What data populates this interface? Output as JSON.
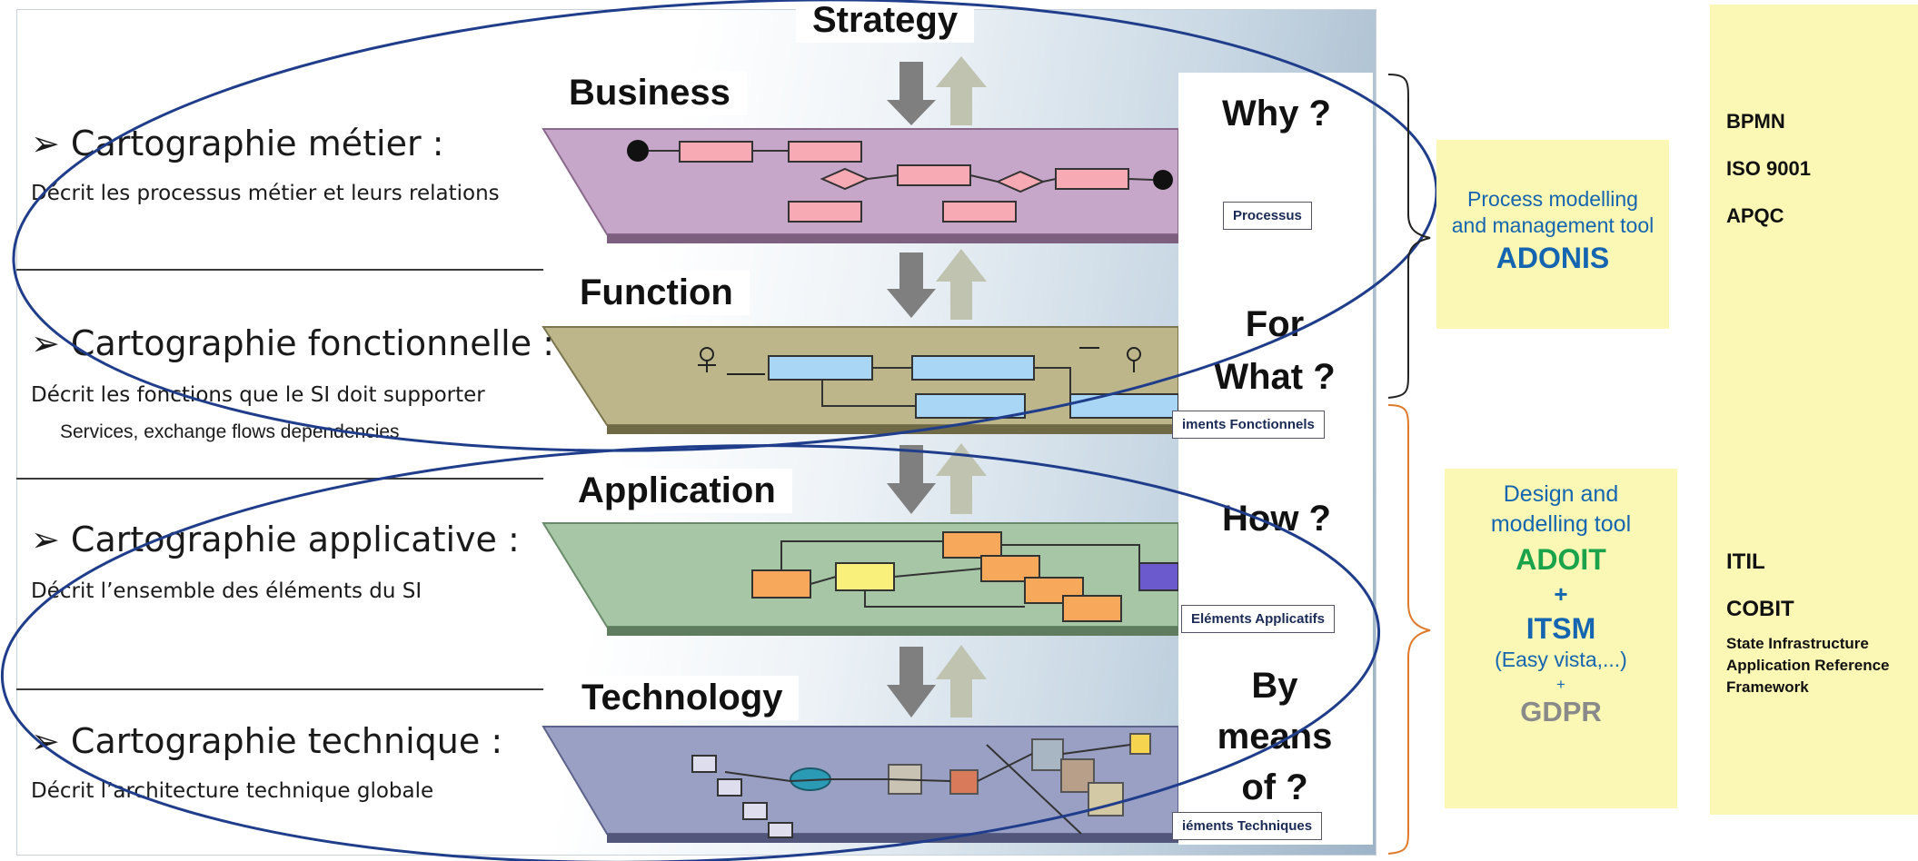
{
  "layers": {
    "strategy": "Strategy",
    "business": "Business",
    "function": "Function",
    "application": "Application",
    "technology": "Technology"
  },
  "cartographies": [
    {
      "title": "➢ Cartographie métier :",
      "desc": "Décrit les processus métier et leurs relations"
    },
    {
      "title": "➢ Cartographie fonctionnelle :",
      "desc": "Décrit les fonctions que le SI doit supporter",
      "sub": "Services, exchange flows dependencies"
    },
    {
      "title": "➢ Cartographie applicative :",
      "desc": "Décrit l’ensemble des éléments du SI"
    },
    {
      "title": "➢ Cartographie technique :",
      "desc": "Décrit l’architecture technique globale"
    }
  ],
  "questions": {
    "why": "Why ?",
    "for_what_1": "For",
    "for_what_2": "What ?",
    "how": "How ?",
    "by_means_1": "By",
    "by_means_2": "means",
    "by_means_3": "of ?"
  },
  "layer_labels": {
    "process": "Processus",
    "functional": "iments Fonctionnels",
    "applicative": "Eléments Applicatifs",
    "technical": "iéments Techniques"
  },
  "tool_top": {
    "line1": "Process modelling",
    "line2": "and management tool",
    "name": "ADONIS"
  },
  "tool_bottom": {
    "line1": "Design and",
    "line2": "modelling tool",
    "name1": "ADOIT",
    "plus1": "+",
    "name2": "ITSM",
    "note": "(Easy vista,...)",
    "plus2": "+",
    "name3": "GDPR"
  },
  "references": {
    "bpmn": "BPMN",
    "iso": "ISO 9001",
    "apqc": "APQC",
    "itil": "ITIL",
    "cobit": "COBIT",
    "sia1": "State Infrastructure",
    "sia2": "Application Reference",
    "sia3": "Framework"
  },
  "colors": {
    "ellipse": "#1f3d8a",
    "adonis": "#1565b0",
    "adoit": "#1aa34a",
    "itsm": "#1565b0",
    "gdpr": "#8a8a8a",
    "bracket_orange": "#e07a2a",
    "tool_bg": "#fbf7b4"
  }
}
